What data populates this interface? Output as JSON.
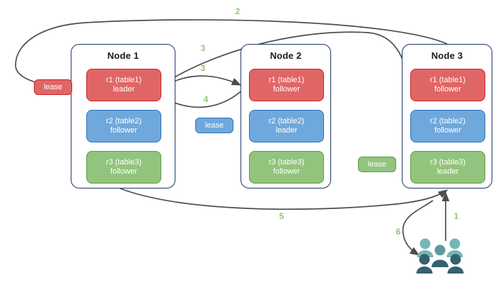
{
  "diagram": {
    "title": "",
    "colors": {
      "red_fill": "#e06666",
      "red_stroke": "#cc2127",
      "blue_fill": "#6fa8dc",
      "blue_stroke": "#2a74bb",
      "green_fill": "#93c47d",
      "green_stroke": "#5a9e43",
      "node_border": "#203864",
      "arrow": "#4d4d4d",
      "label_green": "#93c47d",
      "users_light": "#76b6b6",
      "users_mid": "#5d9a9f",
      "users_dark": "#35616e"
    },
    "nodes": [
      {
        "title": "Node 1",
        "replicas": [
          {
            "name": "r1 (table1)",
            "role": "leader",
            "color": "red"
          },
          {
            "name": "r2 (table2)",
            "role": "follower",
            "color": "blue"
          },
          {
            "name": "r3 (table3)",
            "role": "follower",
            "color": "green"
          }
        ]
      },
      {
        "title": "Node 2",
        "replicas": [
          {
            "name": "r1 (table1)",
            "role": "follower",
            "color": "red"
          },
          {
            "name": "r2 (table2)",
            "role": "leader",
            "color": "blue"
          },
          {
            "name": "r3 (table3)",
            "role": "follower",
            "color": "green"
          }
        ]
      },
      {
        "title": "Node 3",
        "replicas": [
          {
            "name": "r1 (table1)",
            "role": "follower",
            "color": "red"
          },
          {
            "name": "r2 (table2)",
            "role": "follower",
            "color": "blue"
          },
          {
            "name": "r3 (table3)",
            "role": "leader",
            "color": "green"
          }
        ]
      }
    ],
    "leases": [
      {
        "label": "lease",
        "color": "red"
      },
      {
        "label": "lease",
        "color": "blue"
      },
      {
        "label": "lease",
        "color": "green"
      }
    ],
    "step_labels": [
      {
        "text": "2"
      },
      {
        "text": "3"
      },
      {
        "text": "3"
      },
      {
        "text": "4"
      },
      {
        "text": "5"
      },
      {
        "text": "1"
      },
      {
        "text": "6"
      }
    ],
    "users_icon": {
      "name": "users-group-icon",
      "people_count": 5
    }
  }
}
